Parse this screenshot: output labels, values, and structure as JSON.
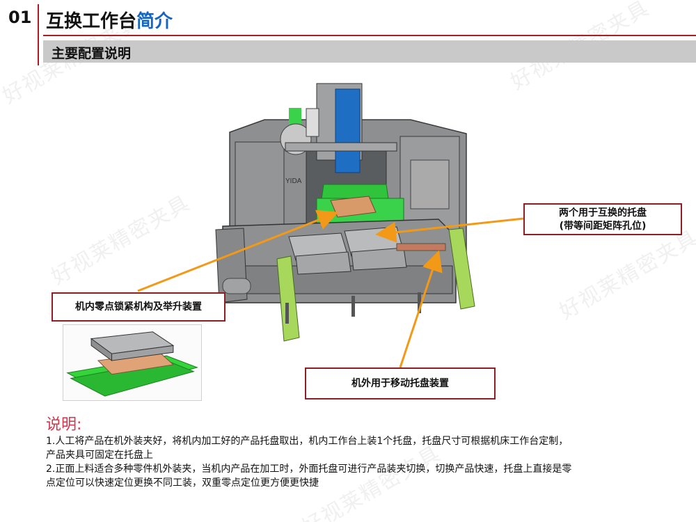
{
  "section_number": "01",
  "title": {
    "main": "互换工作台",
    "accent": "简介"
  },
  "subtitle": "主要配置说明",
  "watermark": "好视莱精密夹具",
  "callouts": {
    "pallets_line1": "两个用于互换的托盘",
    "pallets_line2": "(带等间距矩阵孔位)",
    "lock": "机内零点锁紧机构及举升装置",
    "move": "机外用于移动托盘装置"
  },
  "notes": {
    "heading": "说明:",
    "lines": [
      "1.人工将产品在机外装夹好，将机内加工好的产品托盘取出，机内工作台上装1个托盘，托盘尺寸可根据机床工作台定制，",
      "产品夹具可固定在托盘上",
      "2.正面上料适合多种零件机外装夹，当机内产品在加工时，外面托盘可进行产品装夹切换，切换产品快速，托盘上直接是零",
      "点定位可以快速定位更换不同工装，双重零点定位更方便更快捷"
    ]
  },
  "machine_label": "YIDA",
  "colors": {
    "accent_red": "#b01a24",
    "title_blue": "#1565c0",
    "arrow_orange": "#f29a18",
    "note_red": "#d8354a",
    "callout_border": "#8e1d25"
  }
}
